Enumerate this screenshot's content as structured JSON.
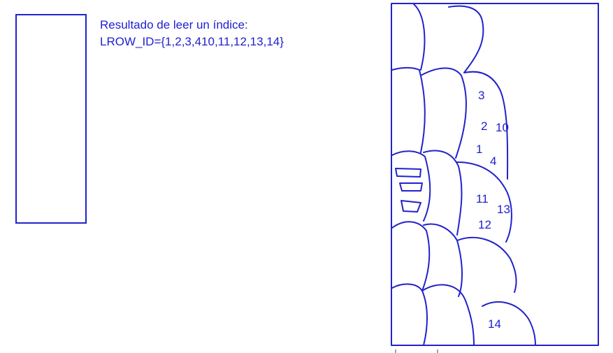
{
  "text": {
    "line1": "Resultado de leer un índice:",
    "line2": "LROW_ID={1,2,3,410,11,12,13,14}"
  },
  "labels": {
    "n3": "3",
    "n2": "2",
    "n10": "10",
    "n1": "1",
    "n4": "4",
    "n11": "11",
    "n13": "13",
    "n12": "12",
    "n14": "14"
  },
  "colors": {
    "ink": "#1f1fd0",
    "stroke": "#2222cc"
  }
}
